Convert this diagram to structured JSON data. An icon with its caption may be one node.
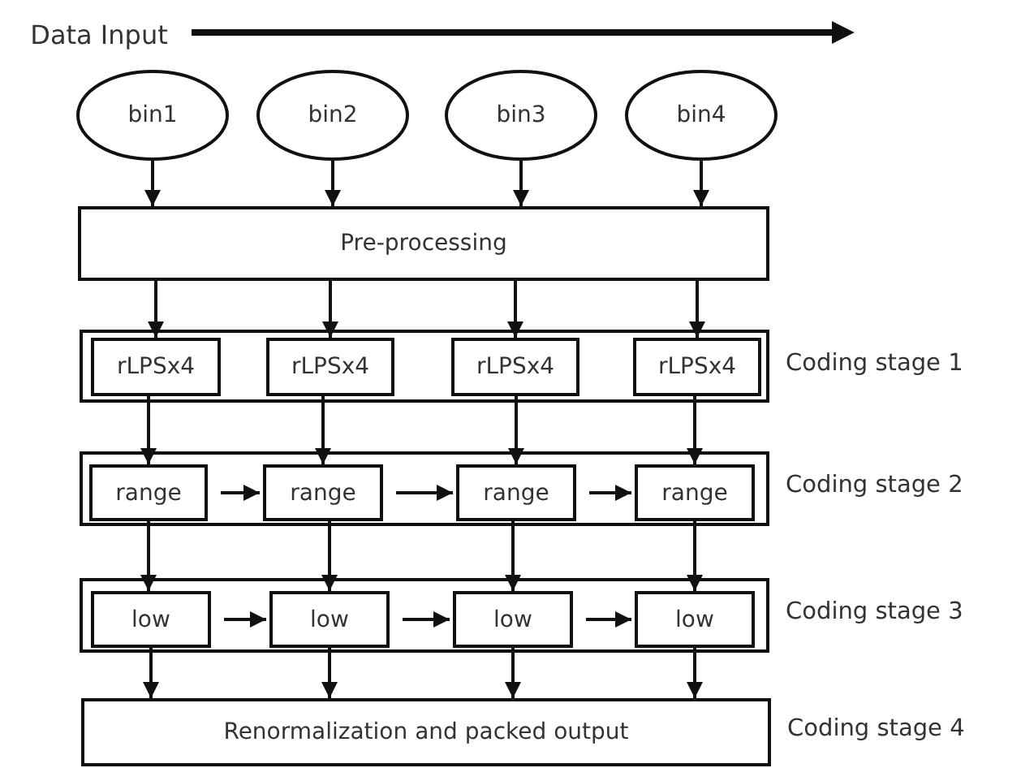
{
  "diagram": {
    "nodes": [
      {
        "text": [
          "Data Input"
        ]
      },
      {
        "text": [
          "bin1"
        ]
      },
      {
        "text": [
          "bin2"
        ]
      },
      {
        "text": [
          "bin3"
        ]
      },
      {
        "text": [
          "bin4"
        ]
      },
      {
        "text": [
          "Pre-processing"
        ]
      },
      {
        "text": [],
        "shape": "box",
        "beside": [
          "Coding stage 1"
        ]
      },
      {
        "text": [
          "rLPSx4"
        ],
        "in": 6
      },
      {
        "text": [
          "rLPSx4"
        ],
        "in": 6
      },
      {
        "text": [
          "rLPSx4"
        ],
        "in": 6
      },
      {
        "text": [
          "rLPSx4"
        ],
        "in": 6
      },
      {
        "text": [],
        "shape": "box",
        "beside": [
          "Coding stage 2"
        ]
      },
      {
        "text": [
          "range"
        ],
        "in": 11
      },
      {
        "text": [
          "range"
        ],
        "in": 11
      },
      {
        "text": [
          "range"
        ],
        "in": 11
      },
      {
        "text": [
          "range"
        ],
        "in": 11
      },
      {
        "text": [],
        "shape": "box",
        "beside": [
          "Coding stage 3"
        ]
      },
      {
        "text": [
          "low"
        ],
        "in": 16
      },
      {
        "text": [
          "low"
        ],
        "in": 16
      },
      {
        "text": [
          "low"
        ],
        "in": 16
      },
      {
        "text": [
          "low"
        ],
        "in": 16
      },
      {
        "text": [
          "Renormalization and packed output"
        ],
        "beside": [
          "Coding stage 4"
        ]
      }
    ],
    "edges": [
      {
        "from": 0,
        "to": null,
        "arrow": "to",
        "style": "thick"
      },
      {
        "from": 1,
        "to": 5,
        "arrow": "to"
      },
      {
        "from": 2,
        "to": 5,
        "arrow": "to"
      },
      {
        "from": 3,
        "to": 5,
        "arrow": "to"
      },
      {
        "from": 4,
        "to": 5,
        "arrow": "to"
      },
      {
        "from": 5,
        "to": 7,
        "arrow": "to"
      },
      {
        "from": 5,
        "to": 8,
        "arrow": "to"
      },
      {
        "from": 5,
        "to": 9,
        "arrow": "to"
      },
      {
        "from": 5,
        "to": 10,
        "arrow": "to"
      },
      {
        "from": 7,
        "to": 12,
        "arrow": "to"
      },
      {
        "from": 8,
        "to": 13,
        "arrow": "to"
      },
      {
        "from": 9,
        "to": 14,
        "arrow": "to"
      },
      {
        "from": 10,
        "to": 15,
        "arrow": "to"
      },
      {
        "from": 12,
        "to": 13,
        "arrow": "to"
      },
      {
        "from": 13,
        "to": 14,
        "arrow": "to"
      },
      {
        "from": 14,
        "to": 15,
        "arrow": "to"
      },
      {
        "from": 12,
        "to": 17,
        "arrow": "to"
      },
      {
        "from": 13,
        "to": 18,
        "arrow": "to"
      },
      {
        "from": 14,
        "to": 19,
        "arrow": "to"
      },
      {
        "from": 15,
        "to": 20,
        "arrow": "to"
      },
      {
        "from": 17,
        "to": 18,
        "arrow": "to"
      },
      {
        "from": 18,
        "to": 19,
        "arrow": "to"
      },
      {
        "from": 19,
        "to": 20,
        "arrow": "to"
      },
      {
        "from": 17,
        "to": 21,
        "arrow": "to"
      },
      {
        "from": 18,
        "to": 21,
        "arrow": "to"
      },
      {
        "from": 19,
        "to": 21,
        "arrow": "to"
      },
      {
        "from": 20,
        "to": 21,
        "arrow": "to"
      }
    ]
  }
}
